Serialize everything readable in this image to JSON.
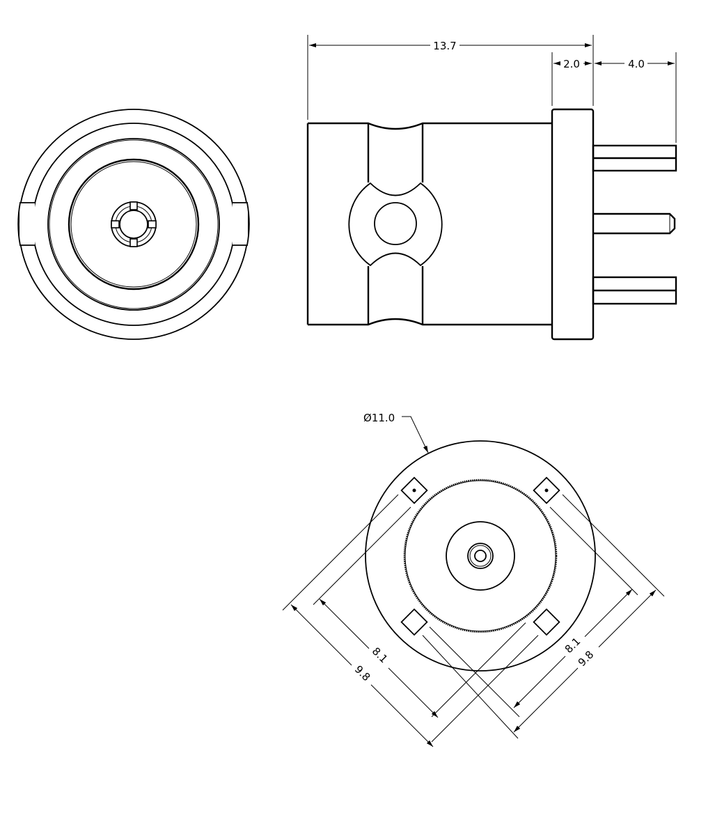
{
  "drawing": {
    "type": "engineering-drawing",
    "subject": "PCB-mount BNC connector",
    "views": [
      {
        "name": "front-view",
        "label": ""
      },
      {
        "name": "side-view",
        "label": ""
      },
      {
        "name": "bottom-view",
        "label": ""
      }
    ]
  },
  "dimensions": {
    "overall_length": "13.7",
    "flange_thickness": "2.0",
    "pin_length": "4.0",
    "diameter": "Ø11.0",
    "pin_spacing_inner_left": "8.1",
    "pin_spacing_outer_left": "9.8",
    "pin_spacing_inner_right": "8.1",
    "pin_spacing_outer_right": "9.8"
  },
  "colors": {
    "line": "#000000",
    "background": "#ffffff"
  }
}
